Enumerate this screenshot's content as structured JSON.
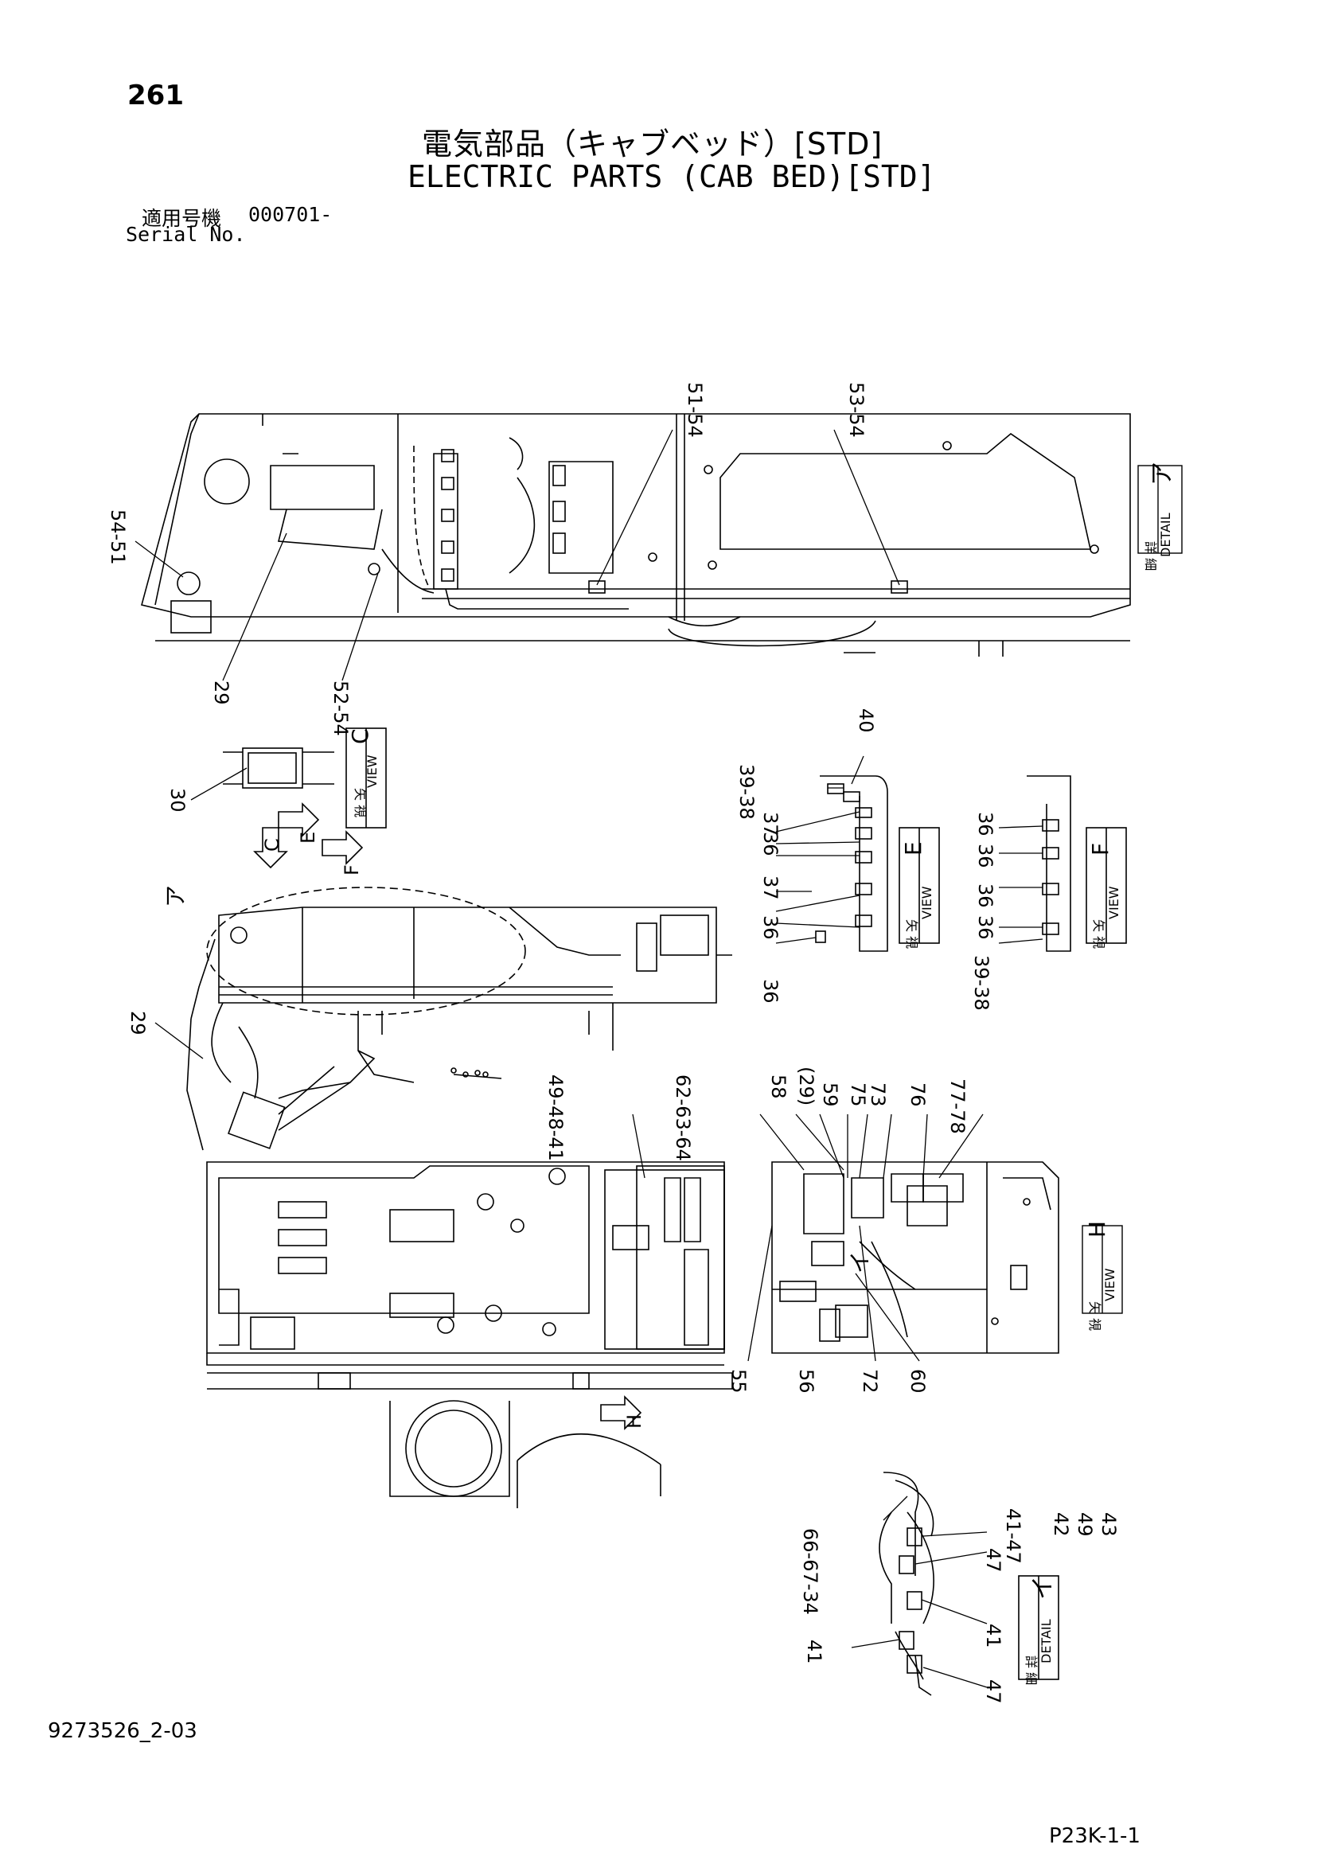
{
  "header": {
    "page_number": "261",
    "title_jp": "電気部品（キャブベッド）[STD]",
    "title_en": "ELECTRIC PARTS (CAB BED)[STD]",
    "serial_label_jp": "適用号機",
    "serial_value": "000701-",
    "serial_label_en": "Serial No."
  },
  "footer": {
    "doc_number": "9273526_2-03",
    "sheet_code": "P23K-1-1"
  },
  "callouts": {
    "top_view": [
      "51-54",
      "53-54",
      "54-51",
      "29",
      "52-54"
    ],
    "view_c": [
      "30"
    ],
    "view_e": [
      "40",
      "39-38",
      "37",
      "36",
      "37",
      "36",
      "36"
    ],
    "view_f": [
      "36",
      "36",
      "36",
      "36",
      "39-38"
    ],
    "side_view": [
      "29"
    ],
    "floor_view": [
      "49-48-41",
      "62-63-64",
      "58",
      "(29)",
      "59",
      "75",
      "73",
      "76",
      "77-78",
      "55",
      "56",
      "72",
      "60"
    ],
    "detail_i": [
      "66-67-34",
      "41-47",
      "42",
      "49",
      "43",
      "47",
      "41",
      "47",
      "41"
    ]
  },
  "labels": {
    "view_c_jp": "矢 視",
    "view_c_en": "VIEW",
    "view_c_letter": "C",
    "view_e_jp": "矢 視",
    "view_e_en": "VIEW",
    "view_e_letter": "E",
    "view_f_jp": "矢 視",
    "view_f_en": "VIEW",
    "view_f_letter": "F",
    "view_h_jp": "矢 視",
    "view_h_en": "VIEW",
    "view_h_letter": "H",
    "detail_a_jp": "詳 細",
    "detail_a_en": "DETAIL",
    "detail_a_letter": "ア",
    "detail_i_jp": "詳 細",
    "detail_i_en": "DETAIL",
    "detail_i_letter": "イ",
    "arrow_c": "C",
    "arrow_e": "E",
    "arrow_f": "F",
    "arrow_h": "H",
    "mark_a": "ア",
    "mark_i": "イ"
  }
}
